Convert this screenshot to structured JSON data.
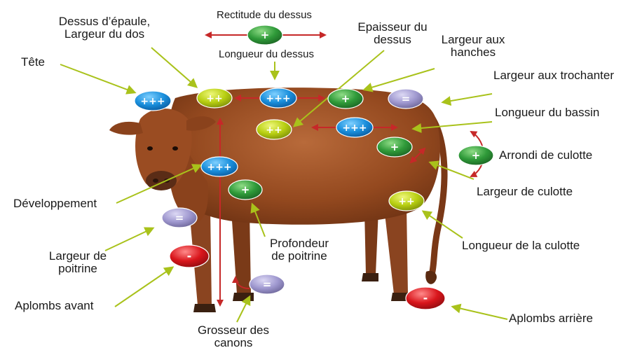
{
  "palette": {
    "blue": "#1a8fdc",
    "green": "#2f9a39",
    "yellow": "#b8cf12",
    "lavender": "#9f98cf",
    "red": "#d9161c",
    "pointer": "#a9c21b",
    "arrow": "#c62828"
  },
  "labels": {
    "rectitude": "Rectitude du dessus",
    "longueur_dessus": "Longueur du dessus",
    "dessus_epaule_1": "Dessus d’épaule,",
    "dessus_epaule_2": "Largeur du dos",
    "tete": "Tête",
    "epaisseur_1": "Epaisseur du",
    "epaisseur_2": "dessus",
    "hanches_1": "Largeur aux",
    "hanches_2": "hanches",
    "trochanter": "Largeur aux trochanter",
    "bassin": "Longueur du bassin",
    "arrondi": "Arrondi de culotte",
    "largeur_culotte": "Largeur de culotte",
    "longueur_culotte": "Longueur de la culotte",
    "developpement": "Développement",
    "profondeur_1": "Profondeur",
    "profondeur_2": "de poitrine",
    "largeur_poitrine_1": "Largeur de",
    "largeur_poitrine_2": "poitrine",
    "aplombs_avant": "Aplombs avant",
    "aplombs_arriere": "Aplombs arrière",
    "canons_1": "Grosseur des",
    "canons_2": "canons"
  },
  "badges": {
    "rectitude": "+",
    "tete": "+++",
    "dessus_epaule": "++",
    "longueur_dessus": "+++",
    "hanches": "+",
    "trochanter": "=",
    "epaisseur": "++",
    "bassin": "+++",
    "culotte_largeur": "+",
    "arrondi": "+",
    "developpement": "+++",
    "profondeur": "+",
    "largeur_poitrine": "=",
    "longueur_culotte": "++",
    "aplombs_avant": "-",
    "canons": "=",
    "aplombs_arriere": "-"
  }
}
